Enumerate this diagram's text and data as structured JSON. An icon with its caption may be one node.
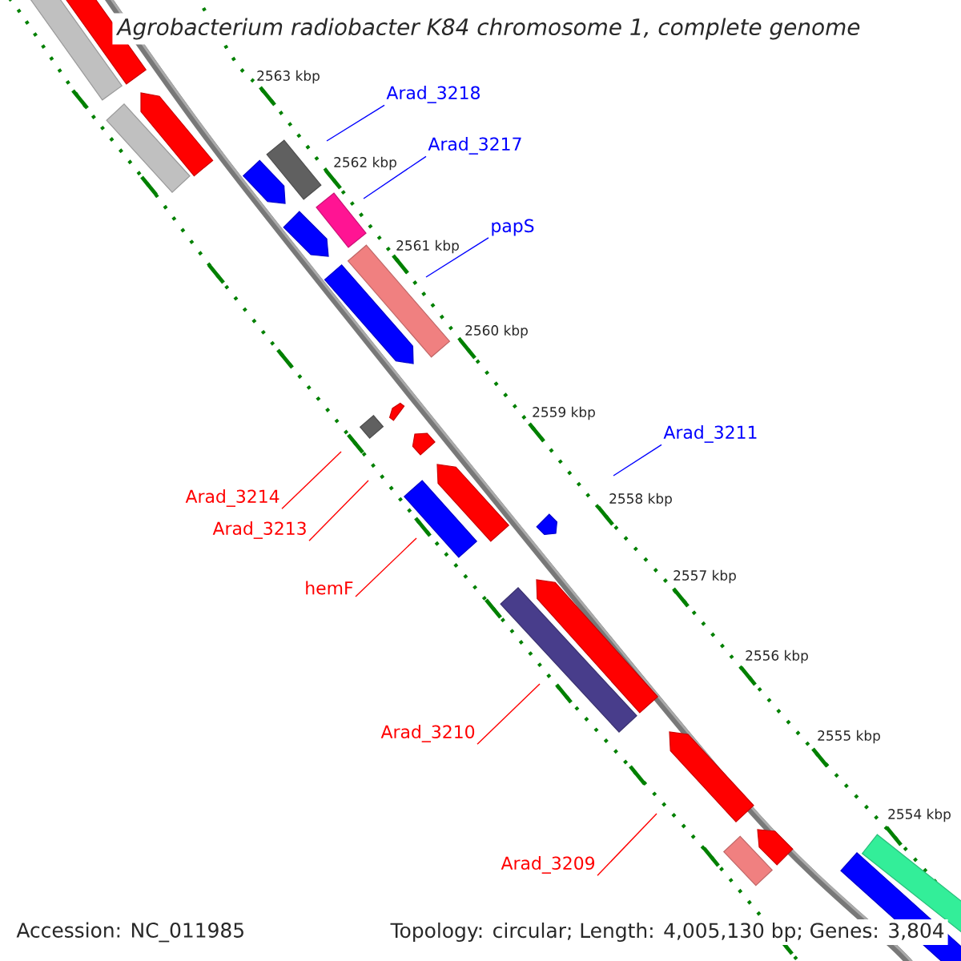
{
  "diagram": {
    "title": "Agrobacterium radiobacter K84 chromosome 1, complete genome",
    "nodes": [
      {
        "text": [
          "Arad_3218"
        ]
      },
      {
        "text": [
          "Arad_3217"
        ]
      },
      {
        "text": [
          "papS"
        ]
      },
      {
        "text": [
          "Arad_3211"
        ]
      },
      {
        "text": [
          "Arad_3214"
        ]
      },
      {
        "text": [
          "Arad_3213"
        ]
      },
      {
        "text": [
          "hemF"
        ]
      },
      {
        "text": [
          "Arad_3210"
        ]
      },
      {
        "text": [
          "Arad_3209"
        ]
      }
    ],
    "edges": [
      {
        "from": 0,
        "to": null,
        "arrow": "none",
        "color": "#0000ff"
      },
      {
        "from": 1,
        "to": null,
        "arrow": "none",
        "color": "#0000ff"
      },
      {
        "from": 2,
        "to": null,
        "arrow": "none",
        "color": "#0000ff"
      },
      {
        "from": 3,
        "to": null,
        "arrow": "none",
        "color": "#0000ff"
      },
      {
        "from": 4,
        "to": null,
        "arrow": "none"
      },
      {
        "from": 5,
        "to": null,
        "arrow": "none"
      },
      {
        "from": 6,
        "to": null,
        "arrow": "none"
      },
      {
        "from": 7,
        "to": null,
        "arrow": "none"
      },
      {
        "from": 8,
        "to": null,
        "arrow": "none"
      }
    ],
    "labels": [
      "2563 kbp",
      "2562 kbp",
      "2561 kbp",
      "2560 kbp",
      "2559 kbp",
      "2558 kbp",
      "2557 kbp",
      "2556 kbp",
      "2555 kbp",
      "2554 kbp",
      "Accession: NC_011985",
      "Topology: circular; Length: 4,005,130 bp; Genes: 3,804"
    ]
  }
}
